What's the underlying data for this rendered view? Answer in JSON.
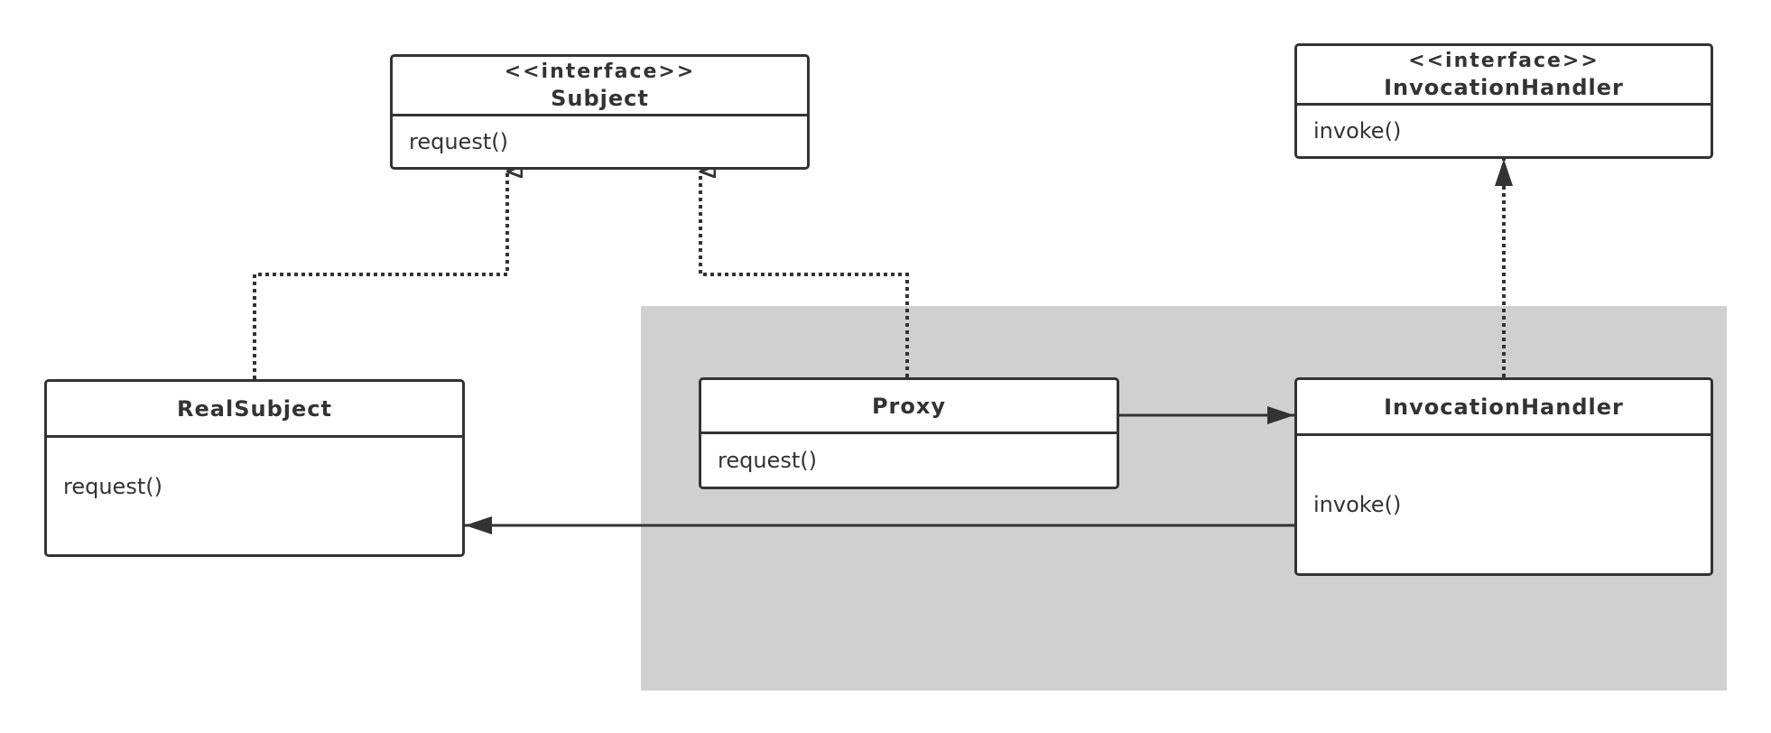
{
  "classes": {
    "subject": {
      "stereotype": "<<interface>>",
      "name": "Subject",
      "methods": [
        "request()"
      ]
    },
    "invocation_handler_interface": {
      "stereotype": "<<interface>>",
      "name": "InvocationHandler",
      "methods": [
        "invoke()"
      ]
    },
    "real_subject": {
      "name": "RealSubject",
      "methods": [
        "request()"
      ]
    },
    "proxy": {
      "name": "Proxy",
      "methods": [
        "request()"
      ]
    },
    "invocation_handler": {
      "name": "InvocationHandler",
      "methods": [
        "invoke()"
      ]
    }
  },
  "relationships": [
    {
      "from": "RealSubject",
      "to": "Subject",
      "type": "realization"
    },
    {
      "from": "Proxy",
      "to": "Subject",
      "type": "realization"
    },
    {
      "from": "InvocationHandler",
      "to": "InvocationHandler (interface)",
      "type": "dependency"
    },
    {
      "from": "Proxy",
      "to": "InvocationHandler",
      "type": "association"
    },
    {
      "from": "InvocationHandler",
      "to": "RealSubject",
      "type": "association"
    }
  ],
  "colors": {
    "stroke": "#333333",
    "shaded_region": "#d0d0d0",
    "box_fill": "#ffffff",
    "background": "#ffffff"
  }
}
